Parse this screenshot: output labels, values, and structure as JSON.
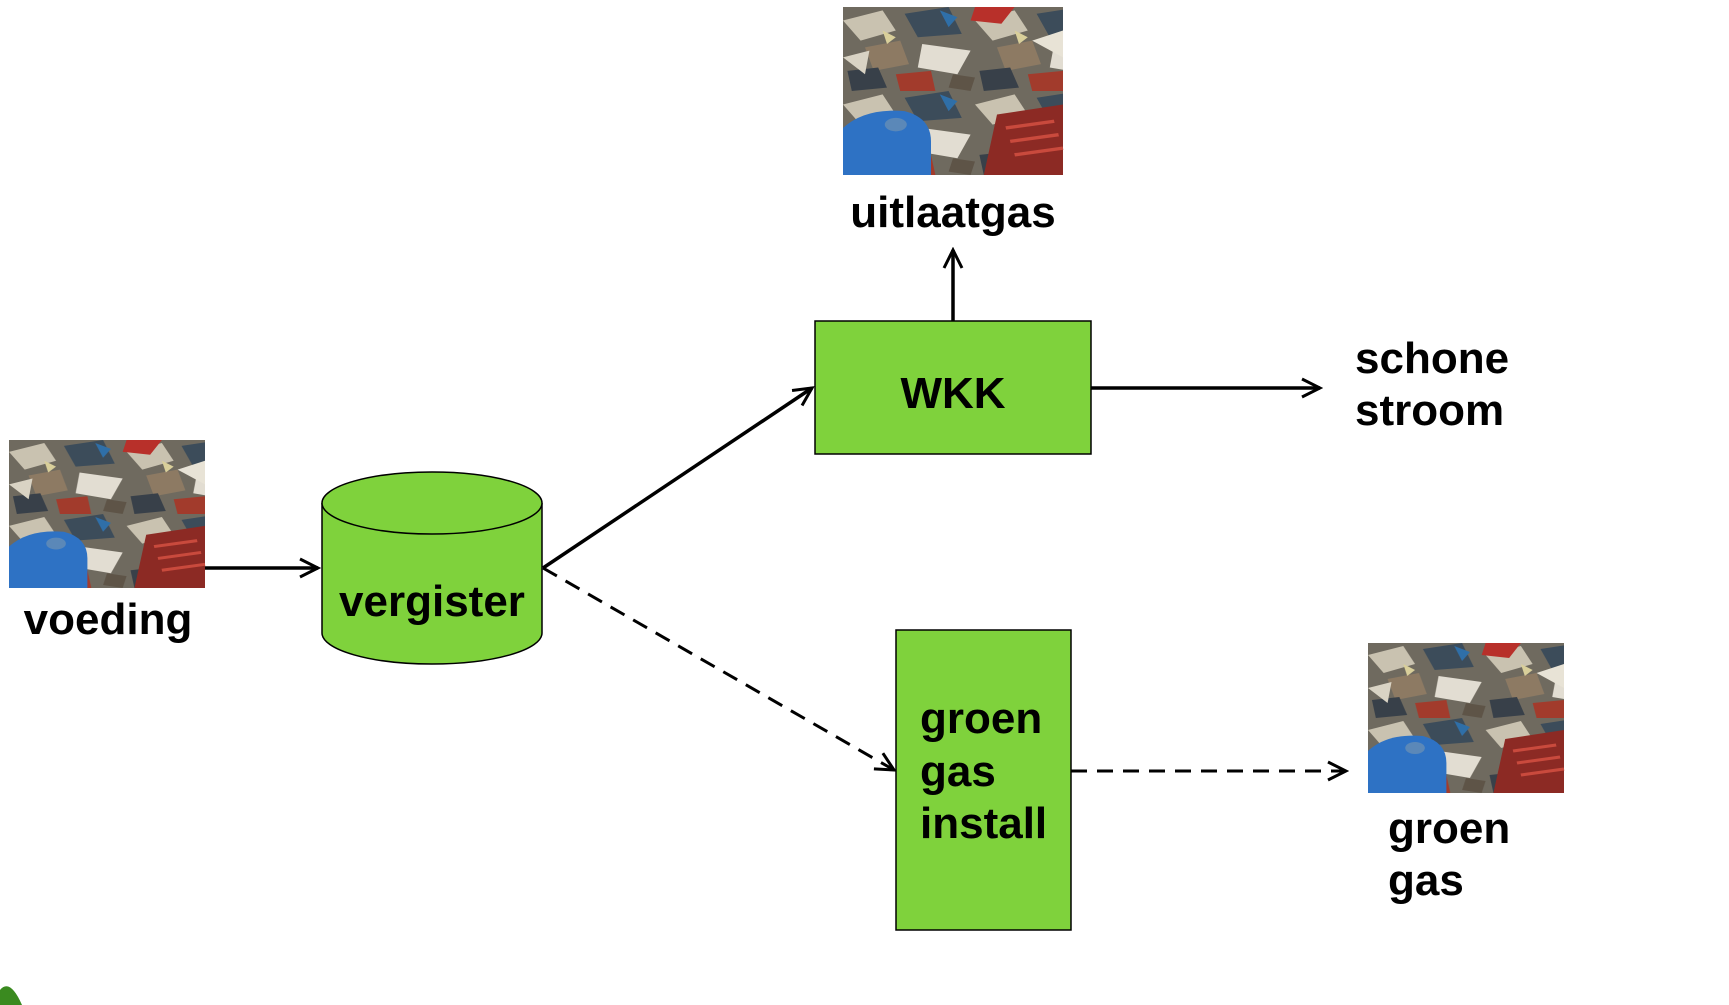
{
  "colors": {
    "node_fill": "#7fd23c",
    "line": "#000000",
    "corner_accent": "#3a8a1f"
  },
  "nodes": {
    "vergister": "vergister",
    "wkk": "WKK",
    "groen_gas_install": [
      "groen",
      "gas",
      "install"
    ]
  },
  "labels": {
    "voeding": "voeding",
    "uitlaatgas": "uitlaatgas",
    "schone_stroom": [
      "schone",
      "stroom"
    ],
    "groen_gas": [
      "groen",
      "gas"
    ]
  },
  "images": {
    "voeding_photo": "waste-pile-photo",
    "uitlaatgas_photo": "waste-pile-photo",
    "groen_gas_photo": "waste-pile-photo"
  }
}
